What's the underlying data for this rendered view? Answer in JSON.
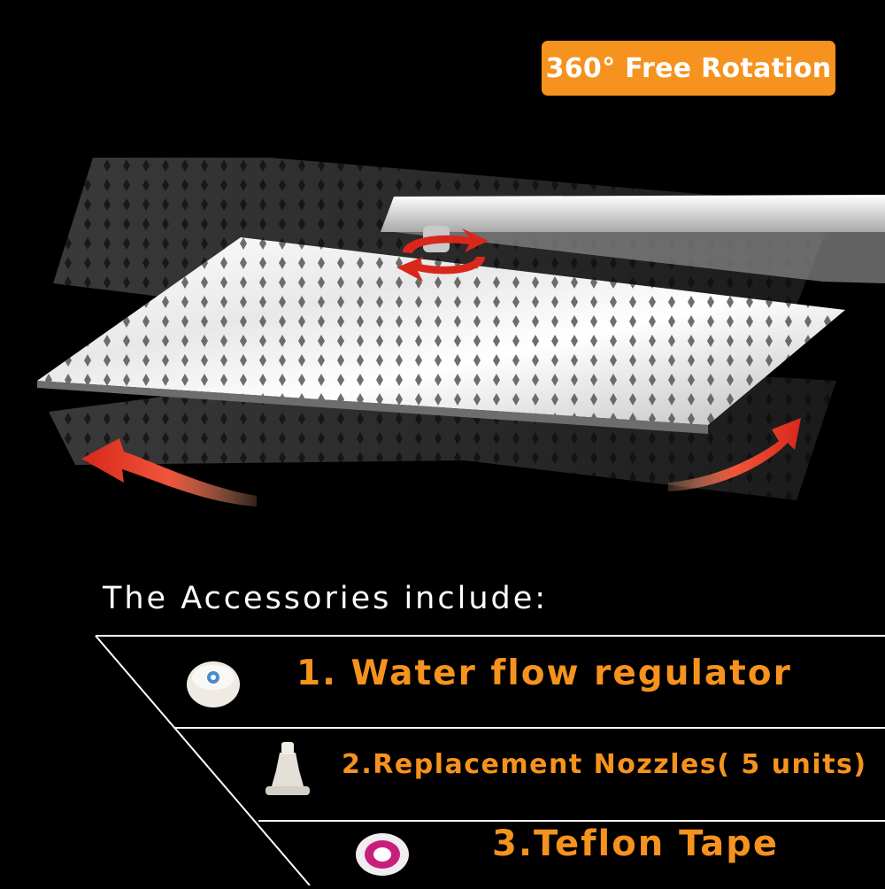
{
  "badge": {
    "text": "360° Free Rotation",
    "color": "#F6921E"
  },
  "heading": "The Accessories include:",
  "accessories": [
    {
      "label": "1. Water flow regulator",
      "icon": "water-flow-regulator-icon"
    },
    {
      "label": "2.Replacement Nozzles( 5 units)",
      "icon": "replacement-nozzle-icon"
    },
    {
      "label": "3.Teflon Tape",
      "icon": "teflon-tape-icon"
    }
  ],
  "colors": {
    "background": "#000000",
    "accent": "#F6921E",
    "heading_text": "#FFFFFF",
    "rotation_arrow": "#E8412C"
  }
}
